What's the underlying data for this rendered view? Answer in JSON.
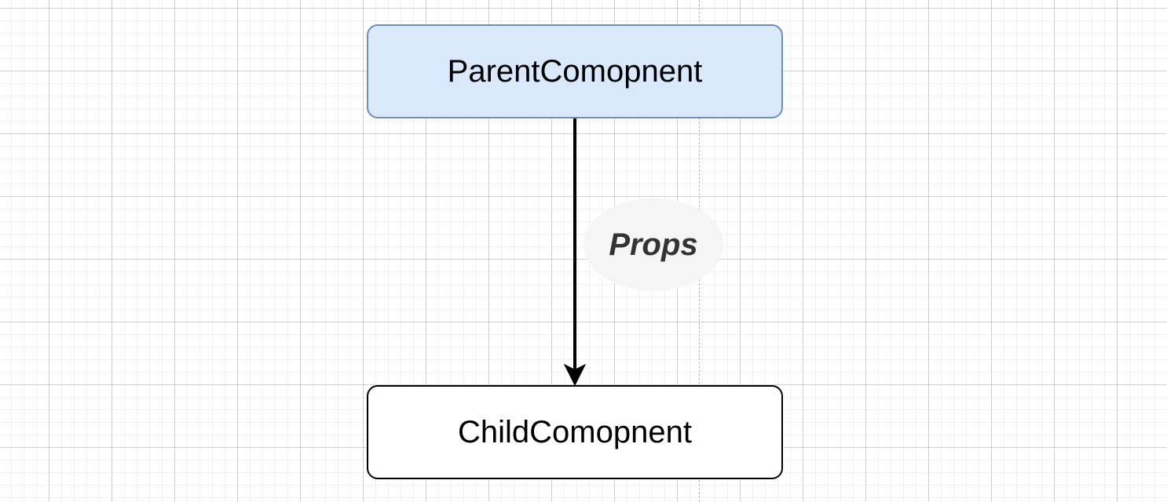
{
  "diagram": {
    "nodes": [
      {
        "id": "parent",
        "label": "ParentComopnent",
        "fill": "#dae8fc",
        "stroke": "#6c8ebf"
      },
      {
        "id": "child",
        "label": "ChildComopnent",
        "fill": "#ffffff",
        "stroke": "#000000"
      }
    ],
    "edges": [
      {
        "from": "parent",
        "to": "child",
        "label": "Props",
        "label_fill": "#f5f5f5",
        "label_color": "#333333"
      }
    ]
  }
}
